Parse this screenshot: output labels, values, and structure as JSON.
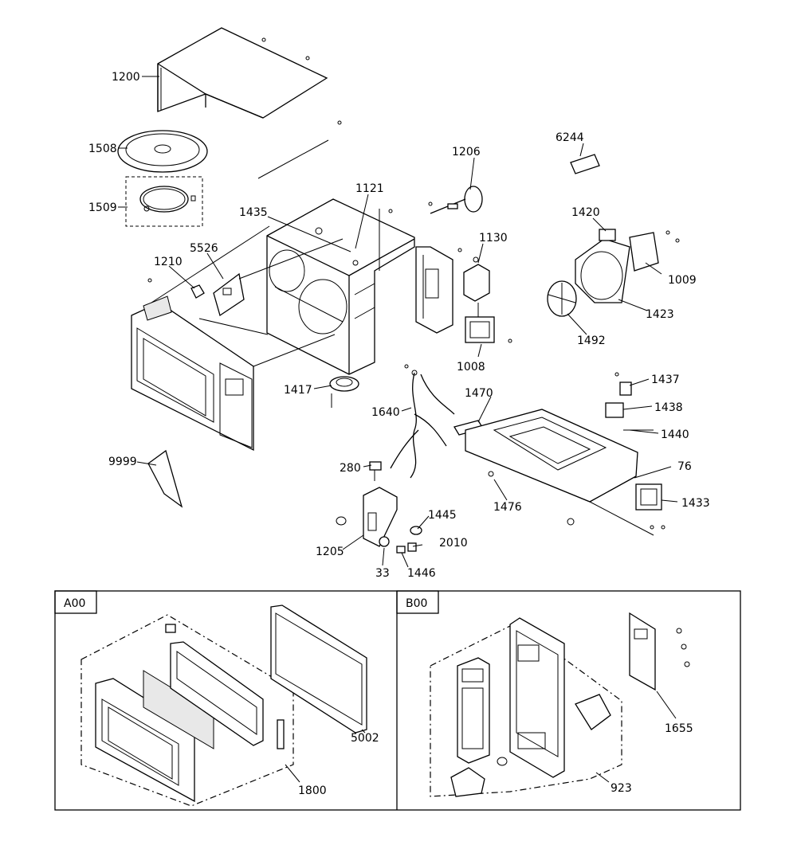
{
  "callouts": {
    "c1200": "1200",
    "c1508": "1508",
    "c1509": "1509",
    "c1121": "1121",
    "c1206": "1206",
    "c6244": "6244",
    "c1435": "1435",
    "c5526": "5526",
    "c1210": "1210",
    "c1130": "1130",
    "c1420": "1420",
    "c1009": "1009",
    "c1423": "1423",
    "c1492": "1492",
    "c1008": "1008",
    "c1417": "1417",
    "c1640": "1640",
    "c1470": "1470",
    "c1437": "1437",
    "c1438": "1438",
    "c1440": "1440",
    "c76": "76",
    "c9999": "9999",
    "c280": "280",
    "c1476": "1476",
    "c1433": "1433",
    "c1445": "1445",
    "c2010": "2010",
    "c1205": "1205",
    "c33": "33",
    "c1446": "1446",
    "c5002": "5002",
    "c1800": "1800",
    "c1655": "1655",
    "c923": "923"
  },
  "panels": {
    "a_tag": "A00",
    "b_tag": "B00"
  }
}
